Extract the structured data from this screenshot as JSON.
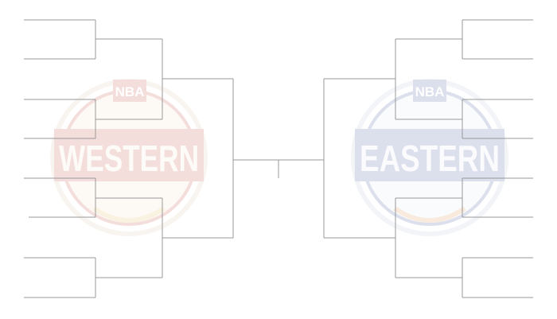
{
  "west_logo": {
    "top_text": "NBA",
    "main_text": "WESTERN",
    "colors": {
      "primary": "#c0392b",
      "accent": "#e6b04a",
      "ring": "#d9c3a4"
    }
  },
  "east_logo": {
    "top_text": "NBA",
    "main_text": "EASTERN",
    "colors": {
      "primary": "#2b3f8f",
      "accent": "#d98a3a",
      "ring": "#b9c0d8"
    }
  },
  "line_color": "#9a9a9a"
}
